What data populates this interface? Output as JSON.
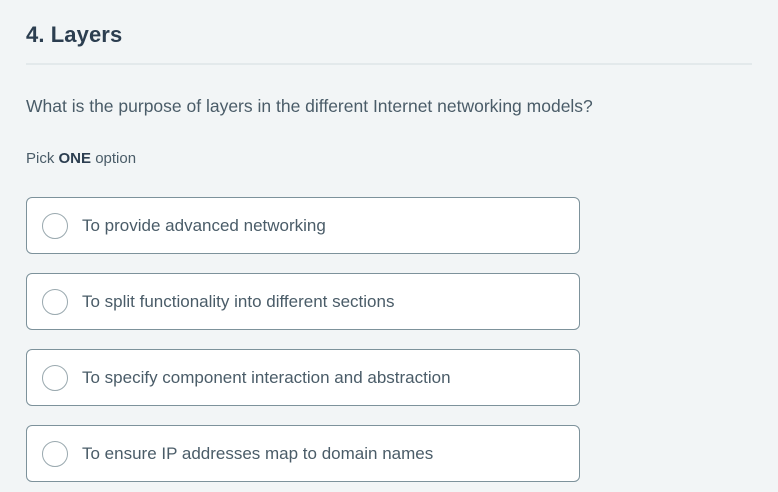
{
  "question": {
    "title": "4. Layers",
    "prompt": "What is the purpose of layers in the different Internet networking models?",
    "pick_hint_prefix": "Pick ",
    "pick_hint_strong": "ONE",
    "pick_hint_suffix": " option"
  },
  "options": [
    {
      "label": "To provide advanced networking",
      "selected": false,
      "icon": "radio-unchecked-icon"
    },
    {
      "label": "To split functionality into different sections",
      "selected": false,
      "icon": "radio-unchecked-icon"
    },
    {
      "label": "To specify component interaction and abstraction",
      "selected": false,
      "icon": "radio-unchecked-icon"
    },
    {
      "label": "To ensure IP addresses map to domain names",
      "selected": false,
      "icon": "radio-unchecked-icon"
    }
  ],
  "colors": {
    "page_background": "#f2f5f6",
    "card_background": "#ffffff",
    "card_border": "#7d929b",
    "title_text": "#2c3e50",
    "body_text": "#4a5c68",
    "divider": "#e3e9eb",
    "radio_border": "#9aa9af"
  }
}
